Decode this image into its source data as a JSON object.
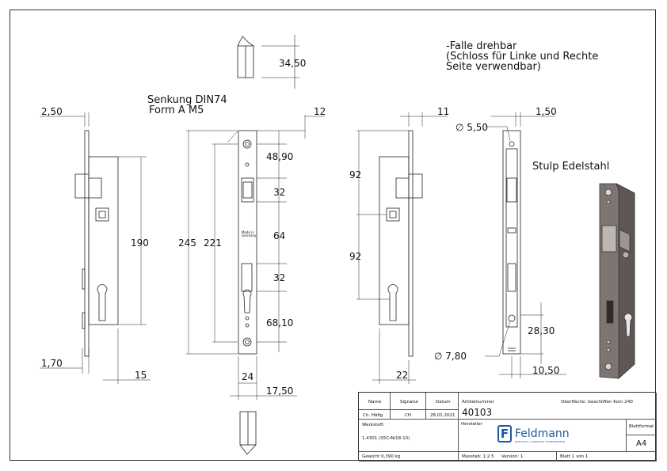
{
  "notes": {
    "falle": [
      "-Falle drehbar",
      "(Schloss für Linke und Rechte",
      "Seite verwendbar)"
    ],
    "senkung": [
      "Senkung DIN74",
      "Form A M5"
    ],
    "stulp": "Stulp Edelstahl",
    "plate_text": [
      "Made in",
      "Germany"
    ]
  },
  "dims": {
    "d_34_50": "34,50",
    "d_2_50": "2,50",
    "d_190": "190",
    "d_1_70": "1,70",
    "d_15": "15",
    "d_12": "12",
    "d_48_90": "48,90",
    "d_32a": "32",
    "d_64": "64",
    "d_32b": "32",
    "d_68_10": "68,10",
    "d_245": "245",
    "d_221": "221",
    "d_24": "24",
    "d_17_50": "17,50",
    "d_11": "11",
    "d_92a": "92",
    "d_92b": "92",
    "d_22": "22",
    "d_1_50": "1,50",
    "d_5_50": "∅ 5,50",
    "d_28_30": "28,30",
    "d_7_80": "∅ 7,80",
    "d_10_50": "10,50"
  },
  "title_block": {
    "h_name": "Name",
    "h_signatur": "Signatur",
    "h_datum": "Datum",
    "h_artikelnummer": "Artikelnummer",
    "oberflaeche": "Oberfläche: Geschliffen Korn 240",
    "name_value": "Ch. Häfig",
    "signatur_value": "CH",
    "datum_value": "28.01.2021",
    "artikelnummer_value": "40103",
    "werkstoff_label": "Werkstoff:",
    "werkstoff_value": "1.4301 (X5CrNi18-10)",
    "hersteller_label": "Hersteller",
    "logo_letter": "F",
    "logo_name": "Feldmann",
    "logo_tagline": "EDELSTAHL, ALUMINIUM, SCHMIEDEEISEN",
    "blattformat_label": "Blattformat",
    "blattformat_value": "A4",
    "gewicht": "Gewicht 0,390 kg",
    "massstab": "Masstab: 1:2.5",
    "version": "Version: 1",
    "blatt": "Blatt 1 von 1"
  },
  "colors": {
    "line": "#222222",
    "steel": "#7d7572",
    "steel_dark": "#4a4442",
    "logo_blue": "#1e5aa0"
  }
}
